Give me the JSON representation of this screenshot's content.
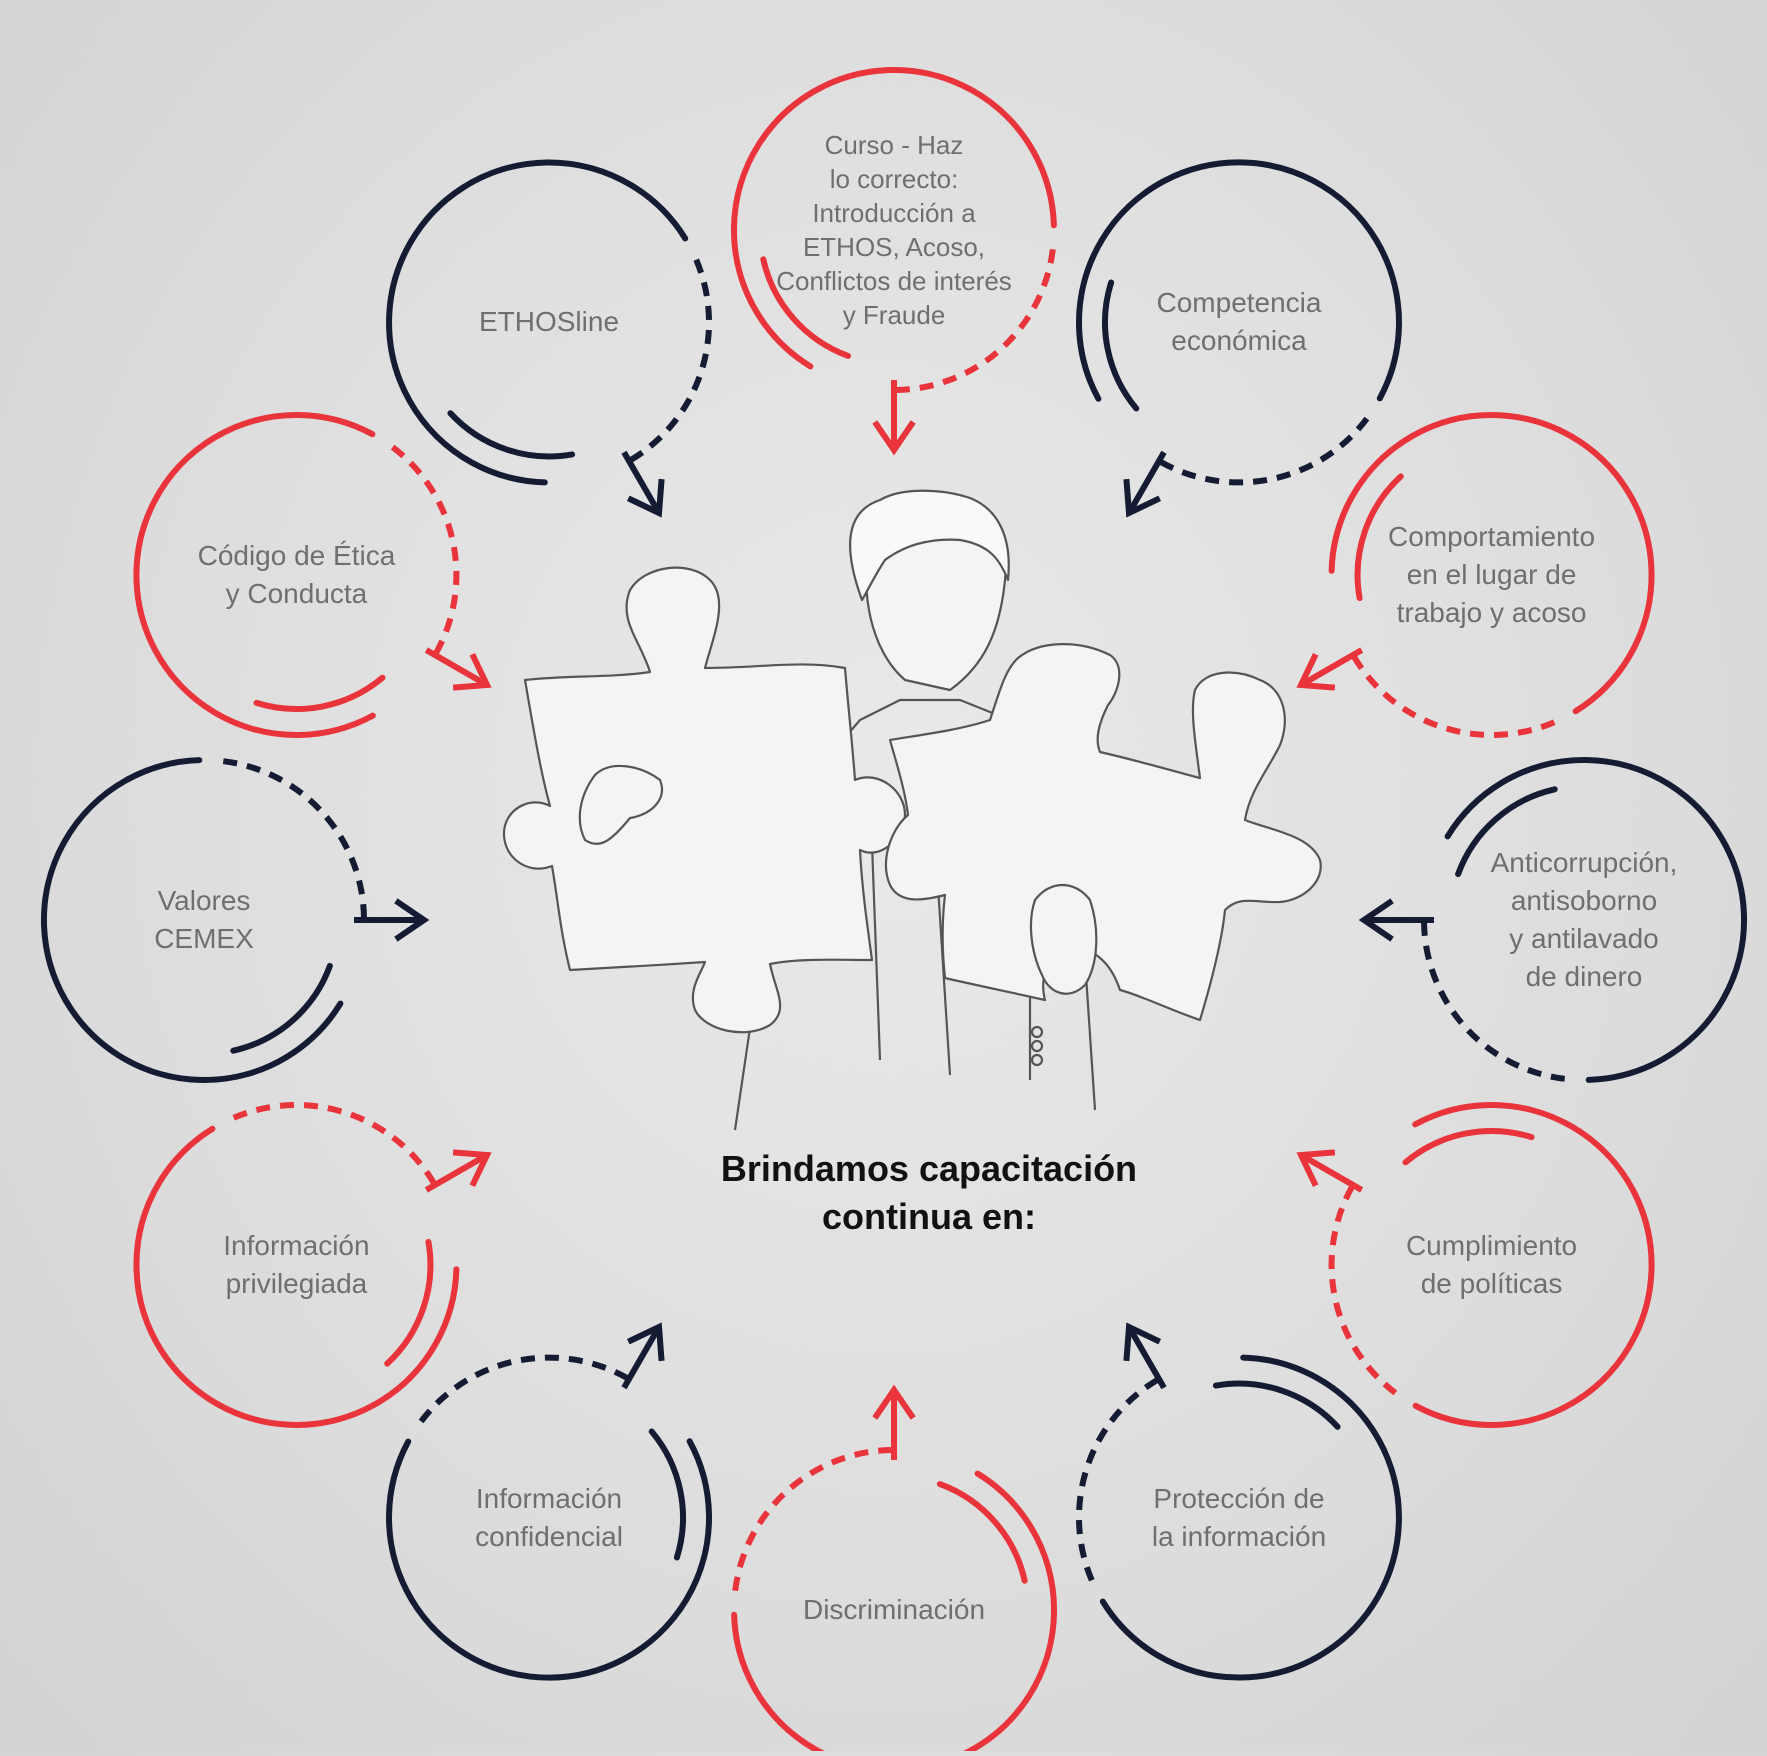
{
  "center": {
    "title": "Brindamos capacitación\ncontinua en:"
  },
  "colors": {
    "red": "#e8343a",
    "navy": "#141b33",
    "text": "#6f6f6f",
    "puzzle": "#f4f4f4"
  },
  "topics": [
    {
      "label": "Curso - Haz\nlo correcto:\nIntroducción a\nETHOS, Acoso,\nConflictos de interés\ny Fraude",
      "color": "red"
    },
    {
      "label": "Competencia\neconómica",
      "color": "navy"
    },
    {
      "label": "Comportamiento\nen el lugar de\ntrabajo y acoso",
      "color": "red"
    },
    {
      "label": "Anticorrupción,\nantisoborno\ny antilavado\nde dinero",
      "color": "navy"
    },
    {
      "label": "Cumplimiento\nde políticas",
      "color": "red"
    },
    {
      "label": "Protección de\nla información",
      "color": "navy"
    },
    {
      "label": "Discriminación",
      "color": "red"
    },
    {
      "label": "Información\nconfidencial",
      "color": "navy"
    },
    {
      "label": "Información\nprivilegiada",
      "color": "red"
    },
    {
      "label": "Valores\nCEMEX",
      "color": "navy"
    },
    {
      "label": "Código de Ética\ny Conducta",
      "color": "red"
    },
    {
      "label": "ETHOSline",
      "color": "navy"
    }
  ]
}
